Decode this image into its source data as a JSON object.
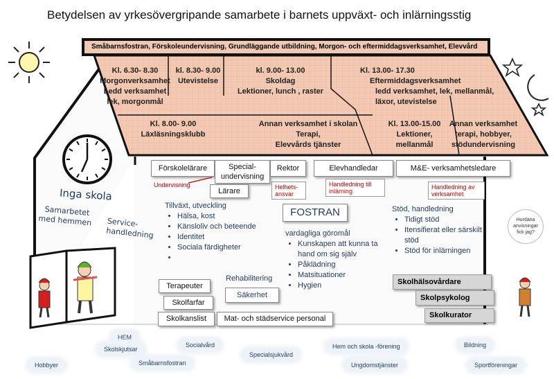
{
  "title": "Betydelsen av yrkesövergripande samarbete i barnets uppväxt- och inlärningsstig",
  "roof_band": "Småbarnsfostran, Förskoleundervisning, Grundläggande utbildning, Morgon- och eftermiddagsverksamhet, Elevvård",
  "roof_top": [
    {
      "lines": [
        "Kl.  6.30- 8.30",
        "Morgonverksamhet",
        "Ledd verksamhet",
        "lek, morgonmål"
      ]
    },
    {
      "lines": [
        "kl. 8.30- 9.00",
        "Utevistelse"
      ]
    },
    {
      "lines": [
        "kl. 9.00- 13.00",
        "Skoldag",
        "Lektioner, lunch , raster"
      ]
    },
    {
      "lines": [
        "Kl. 13.00- 17.30",
        "Eftermiddagsverksamhet",
        "ledd verksamhet, lek, mellanmål,",
        "läxor, utevistelse"
      ]
    }
  ],
  "roof_bottom": [
    {
      "lines": [
        "Kl. 8.00- 9.00",
        "Läxläsningsklubb"
      ]
    },
    {
      "lines": [
        "Annan verksamhet i skolan",
        "Terapi,",
        "Elevvårds tjänster"
      ]
    },
    {
      "lines": [
        "Kl. 13.00-15.00",
        "Lektioner,",
        "mellanmål"
      ]
    },
    {
      "lines": [
        "Annan verksamhet",
        "terapi,  hobbyer,",
        "stödundervisning"
      ]
    }
  ],
  "roles": {
    "forskolelarare": "Förskolelärare",
    "special": [
      "Special-",
      "undervisning"
    ],
    "rektor": "Rektor",
    "elevhandledar": "Elevhandledar",
    "me_ledare": "M&E- verksamhetsledare",
    "larare": "Lärare"
  },
  "red_tags": {
    "undervisning": "Undervisning",
    "helhetsansvar": [
      "Helhets-",
      "ansvar"
    ],
    "handledning_inlarning": [
      "Handledning till",
      "inlärning"
    ],
    "handledning_verksamhet": [
      "Handledning av",
      "verksamhet"
    ]
  },
  "left_labels": {
    "inga": "Inga skola",
    "samarbetet": [
      "Samarbetet",
      "med hemmen"
    ],
    "service": [
      "Service-",
      "handledning"
    ]
  },
  "tillvaxt": {
    "heading": "Tillväxt, utveckling",
    "items": [
      "Hälsa, kost",
      "Känsloliv och beteende",
      "Identitet",
      "Sociala färdigheter"
    ]
  },
  "fostran": {
    "heading": "FOSTRAN",
    "sub": "vardagliga göromål",
    "items": [
      "Kunskapen att kunna ta hand om sig själv",
      "Påklädning",
      "Matsituationer",
      "Hygien"
    ]
  },
  "stod": {
    "heading": "Stöd, handledning",
    "items": [
      "Tidigt stöd",
      "Itensifierat eller särskilt stöd",
      "Stöd för inlärningen"
    ]
  },
  "staff": {
    "terapeuter": "Terapeuter",
    "skolfarfar": "Skolfarfar",
    "skolkanslist": "Skolkanslist",
    "mat": "Mat- och städservice personal",
    "rehab": "Rehabilitering",
    "sakerhet": "Säkerhet"
  },
  "care": {
    "skolhalsovardare": "Skolhälsovårdare",
    "skolpsykolog": "Skolpsykolog",
    "skolkurator": "Skolkurator"
  },
  "thought": [
    "Hurdana",
    "anvisningar",
    "fick jag?"
  ],
  "clouds": [
    "HEM",
    "Skolskjutsar",
    "Hobbyer",
    "Småbarnsfostran",
    "Socialvård",
    "Specialsjukvård",
    "Hem och  skola -förening",
    "Ungdomstjänster",
    "Bildning",
    "Sportföreningar"
  ],
  "colors": {
    "roof": "#f0c8b4",
    "text_blue": "#1f3a5a",
    "red": "#c00000",
    "grey_box": "#d6d6d6"
  }
}
